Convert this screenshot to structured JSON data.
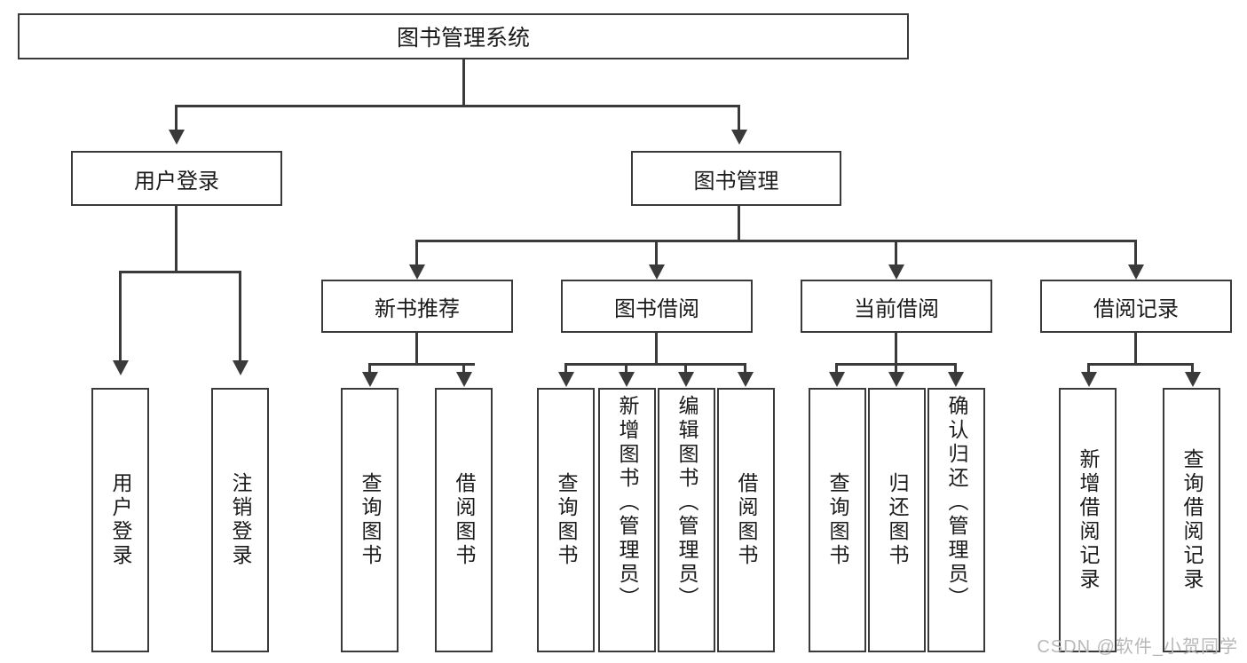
{
  "diagram": {
    "type": "tree",
    "title": "图书管理系统",
    "root": {
      "label": "图书管理系统"
    },
    "level2": [
      {
        "label": "用户登录"
      },
      {
        "label": "图书管理"
      }
    ],
    "level3": [
      {
        "label": "新书推荐"
      },
      {
        "label": "图书借阅"
      },
      {
        "label": "当前借阅"
      },
      {
        "label": "借阅记录"
      }
    ],
    "leaves": [
      {
        "label": "用户登录"
      },
      {
        "label": "注销登录"
      },
      {
        "label": "查询图书"
      },
      {
        "label": "借阅图书"
      },
      {
        "label": "查询图书"
      },
      {
        "label": "新增图书（管理员）"
      },
      {
        "label": "编辑图书（管理员）"
      },
      {
        "label": "借阅图书"
      },
      {
        "label": "查询图书"
      },
      {
        "label": "归还图书"
      },
      {
        "label": "确认归还（管理员）"
      },
      {
        "label": "新增借阅记录"
      },
      {
        "label": "查询借阅记录"
      }
    ]
  },
  "watermark": {
    "text": "CSDN @软件_小贺同学"
  },
  "colors": {
    "stroke": "#3a3a3a",
    "fill": "#ffffff",
    "text": "#1a1a1a",
    "watermark": "#b8b8b8"
  }
}
